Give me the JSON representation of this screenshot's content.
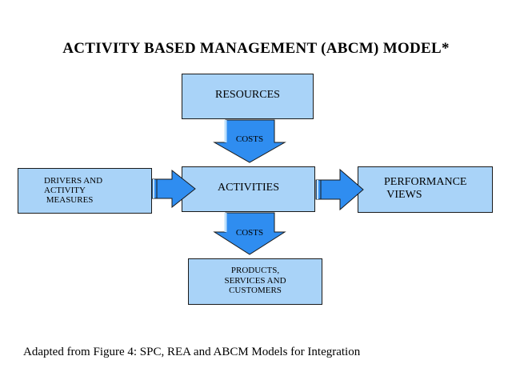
{
  "title": "ACTIVITY BASED MANAGEMENT (ABCM) MODEL*",
  "boxes": {
    "resources": "RESOURCES",
    "activities": "ACTIVITIES",
    "drivers": "DRIVERS AND\nACTIVITY\n MEASURES",
    "performance": "PERFORMANCE\n VIEWS",
    "products": "PRODUCTS,\nSERVICES AND\nCUSTOMERS"
  },
  "arrows": {
    "top_label": "COSTS",
    "bottom_label": "COSTS"
  },
  "colors": {
    "box_fill": "#a9d3f8",
    "arrow_fill": "#2f8df0",
    "outline": "#1a1a1a"
  },
  "caption": "Adapted from Figure 4: SPC, REA and ABCM Models for Integration"
}
